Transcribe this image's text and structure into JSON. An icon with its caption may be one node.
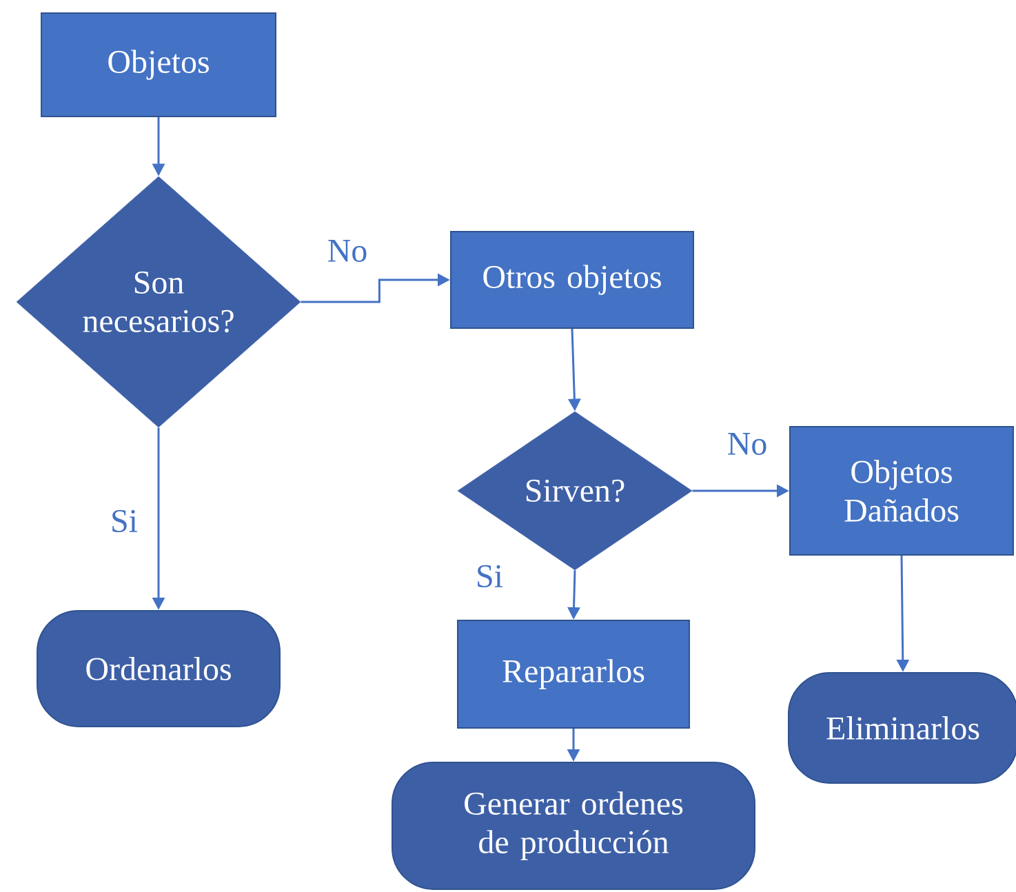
{
  "diagram": {
    "nodes": [
      {
        "text": [
          "Objetos"
        ]
      },
      {
        "text": [
          "Son necesarios?"
        ]
      },
      {
        "text": [
          "Otros objetos"
        ]
      },
      {
        "text": [
          "Sirven?"
        ]
      },
      {
        "text": [
          "Objetos Dañados"
        ]
      },
      {
        "text": [
          "Ordenarlos"
        ]
      },
      {
        "text": [
          "Repararlos"
        ]
      },
      {
        "text": [
          "Generar ordenes de producción"
        ]
      },
      {
        "text": [
          "Eliminarlos"
        ]
      }
    ],
    "edges": [
      {
        "from": 0,
        "to": 1,
        "arrow": "to"
      },
      {
        "from": 1,
        "to": 2,
        "arrow": "to",
        "label": "No"
      },
      {
        "from": 1,
        "to": 5,
        "arrow": "to",
        "label": "Si"
      },
      {
        "from": 2,
        "to": 3,
        "arrow": "to"
      },
      {
        "from": 3,
        "to": 4,
        "arrow": "to",
        "label": "No"
      },
      {
        "from": 3,
        "to": 6,
        "arrow": "to",
        "label": "Si"
      },
      {
        "from": 6,
        "to": 7,
        "arrow": "to"
      },
      {
        "from": 4,
        "to": 8,
        "arrow": "to"
      }
    ]
  }
}
